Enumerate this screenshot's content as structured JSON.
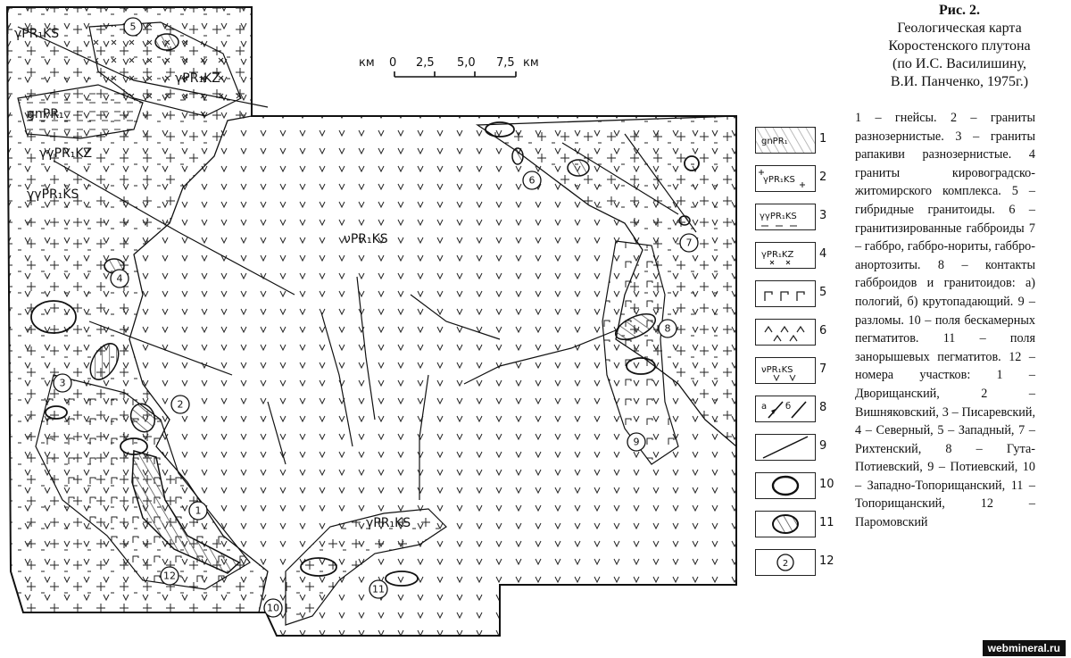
{
  "figure": {
    "label": "Рис. 2.",
    "title_lines": [
      "Геологическая карта",
      "Коростенского плутона",
      "(по И.С. Василишину,",
      "В.И. Панченко, 1975г.)"
    ]
  },
  "scale_bar": {
    "unit_left": "км",
    "ticks": [
      "0",
      "2,5",
      "5,0",
      "7,5"
    ],
    "unit_right": "км"
  },
  "map_labels": {
    "gamma_ks_top": "γPR₁KS",
    "gamma_kz": "γPR₁KZ",
    "gn": "gnPR₁",
    "gamma_gamma_kz": "γγPR₁KZ",
    "gamma_gamma_ks": "γγPR₁KS",
    "nu_ks": "νPR₁KS",
    "gamma_ks_bottom": "γPR₁KS"
  },
  "site_numbers": [
    "1",
    "2",
    "3",
    "4",
    "5",
    "6",
    "7",
    "8",
    "9",
    "10",
    "11",
    "12"
  ],
  "legend": [
    {
      "num": "1",
      "symbol": "gnPR₁",
      "icon": "hatch-gneiss-icon"
    },
    {
      "num": "2",
      "symbol": "γPR₁KS",
      "icon": "cross-granite-icon"
    },
    {
      "num": "3",
      "symbol": "γγPR₁KS",
      "icon": "dash-rapakivi-icon"
    },
    {
      "num": "4",
      "symbol": "γPR₁KZ",
      "icon": "x-granite-icon"
    },
    {
      "num": "5",
      "symbol": "",
      "icon": "gamma-hybrid-icon"
    },
    {
      "num": "6",
      "symbol": "",
      "icon": "caret-gabbro-icon"
    },
    {
      "num": "7",
      "symbol": "νPR₁KS",
      "icon": "v-gabbro-icon"
    },
    {
      "num": "8",
      "symbol": "",
      "icon": "contact-line-icon"
    },
    {
      "num": "9",
      "symbol": "",
      "icon": "fault-line-icon"
    },
    {
      "num": "10",
      "symbol": "",
      "icon": "open-ellipse-icon"
    },
    {
      "num": "11",
      "symbol": "",
      "icon": "hatched-ellipse-icon"
    },
    {
      "num": "12",
      "symbol": "2",
      "icon": "circled-number-icon"
    }
  ],
  "contact_labels": [
    "а",
    "б"
  ],
  "description": "1 – гнейсы. 2 – граниты разнозернистые. 3 – граниты рапакиви разнозернистые. 4 граниты кировоградско-житомирского комплекса. 5 – гибридные гранитоиды. 6 – гранитизированные габброиды 7 – габбро, габбро-нориты, габбро-анортозиты. 8 – контакты габброидов и гранитоидов: а) пологий, б) крутопадающий. 9 – разломы. 10 – поля бескамерных пегматитов. 11 – поля занорышевых пегматитов. 12 –номера участков: 1 – Дворищанский, 2 – Вишняковский, 3 – Писаревский, 4 – Северный, 5 – Западный, 7 – Рихтенский, 8 – Гута-Потиевский, 9 – Потиевский, 10 – Западно-Топорищанский, 11 – Топорищанский, 12 – Паромовский",
  "watermark": "webmineral.ru",
  "colors": {
    "ink": "#111111",
    "hatch": "#555555",
    "watermark_bg": "#111111"
  }
}
